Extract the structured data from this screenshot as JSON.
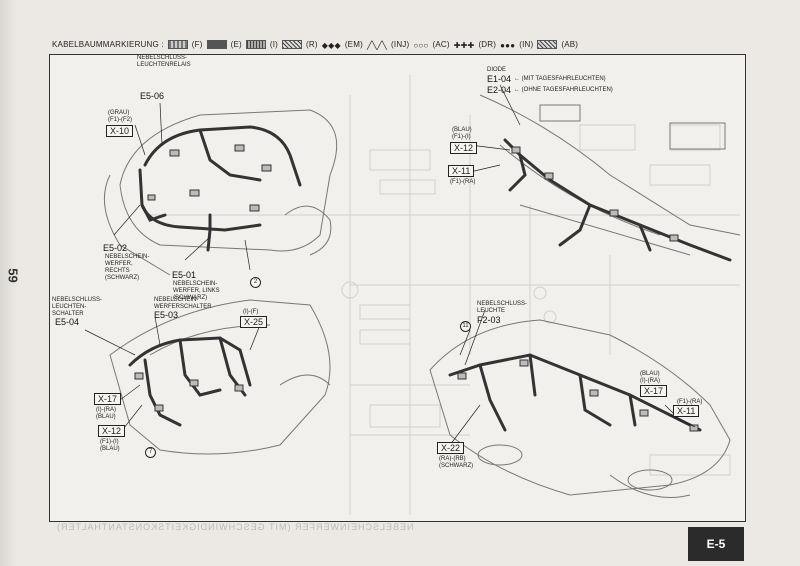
{
  "page_number": "59",
  "legend": {
    "title": "KABELBAUMMARKIERUNG :",
    "items": [
      "(F)",
      "(E)",
      "(I)",
      "(R)",
      "(EM)",
      "(INJ)",
      "(AC)",
      "(DR)",
      "(IN)",
      "(AB)"
    ]
  },
  "top_left": {
    "relay_label": "NEBELSCHLUSS-LEUCHTENRELAIS",
    "relay_code": "E5-06",
    "x10_note1": "(GRAU)",
    "x10_note2": "(F1)-(F2)",
    "x10": "X-10",
    "e502_code": "E5-02",
    "e502_label": "NEBELSCHEIN-WERFER, RECHTS (SCHWARZ)",
    "e501_code": "E5-01",
    "e501_label": "NEBELSCHEIN-WERFER, LINKS (SCHWARZ)",
    "circle2": "2"
  },
  "top_right": {
    "diode": "DIODE",
    "e104_code": "E1-04",
    "e104_note": "(MIT TAGESFAHRLEUCHTEN)",
    "e204_code": "E2-04",
    "e204_note": "(OHNE TAGESFAHRLEUCHTEN)",
    "x12_note1": "(BLAU)",
    "x12_note2": "(F1)-(I)",
    "x12": "X-12",
    "x11": "X-11",
    "x11_note": "(F1)-(RA)"
  },
  "bottom_left": {
    "e504_label": "NEBELSCHLUSS-LEUCHTEN-SCHALTER",
    "e504_code": "E5-04",
    "e503_label": "NEBELSCHEIN-WERFERSCHALTER",
    "e503_code": "E5-03",
    "x25_note": "(I)-(F)",
    "x25": "X-25",
    "x17": "X-17",
    "x17_note": "(I)-(RA) (BLAU)",
    "x12": "X-12",
    "x12_note": "(F1)-(I) (BLAU)",
    "circle7": "7"
  },
  "bottom_right": {
    "f203_label": "NEBELSCHLUSS-LEUCHTE",
    "f203_code": "F2-03",
    "circle11": "11",
    "x17_note": "(BLAU) (I)-(RA)",
    "x17": "X-17",
    "x11_note": "(F1)-(RA)",
    "x11": "X-11",
    "x22": "X-22",
    "x22_note": "(RA)-(RB) (SCHWARZ)"
  },
  "mirrored_text": "NEBELSCHEINWERFER (MIT GESCHWINDIGKEITSKONSTANTHALTER)",
  "section": "E-5"
}
